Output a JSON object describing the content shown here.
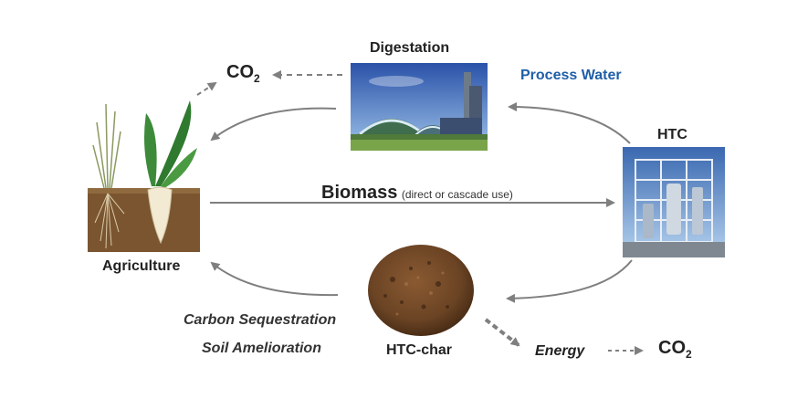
{
  "labels": {
    "digestation": "Digestation",
    "process_water": "Process Water",
    "htc": "HTC",
    "biomass": "Biomass",
    "biomass_note": "(direct or cascade use)",
    "agriculture": "Agriculture",
    "carbon_sequestration": "Carbon Sequestration",
    "soil_amelioration": "Soil Amelioration",
    "htc_char": "HTC-char",
    "energy": "Energy",
    "co2_top": "CO",
    "co2_top_sub": "2",
    "co2_bottom": "CO",
    "co2_bottom_sub": "2"
  },
  "colors": {
    "arrow": "#7f7f7f",
    "process_water": "#1f5fa8",
    "text": "#222222",
    "soil": "#7a5530",
    "char": "#6b4424"
  }
}
